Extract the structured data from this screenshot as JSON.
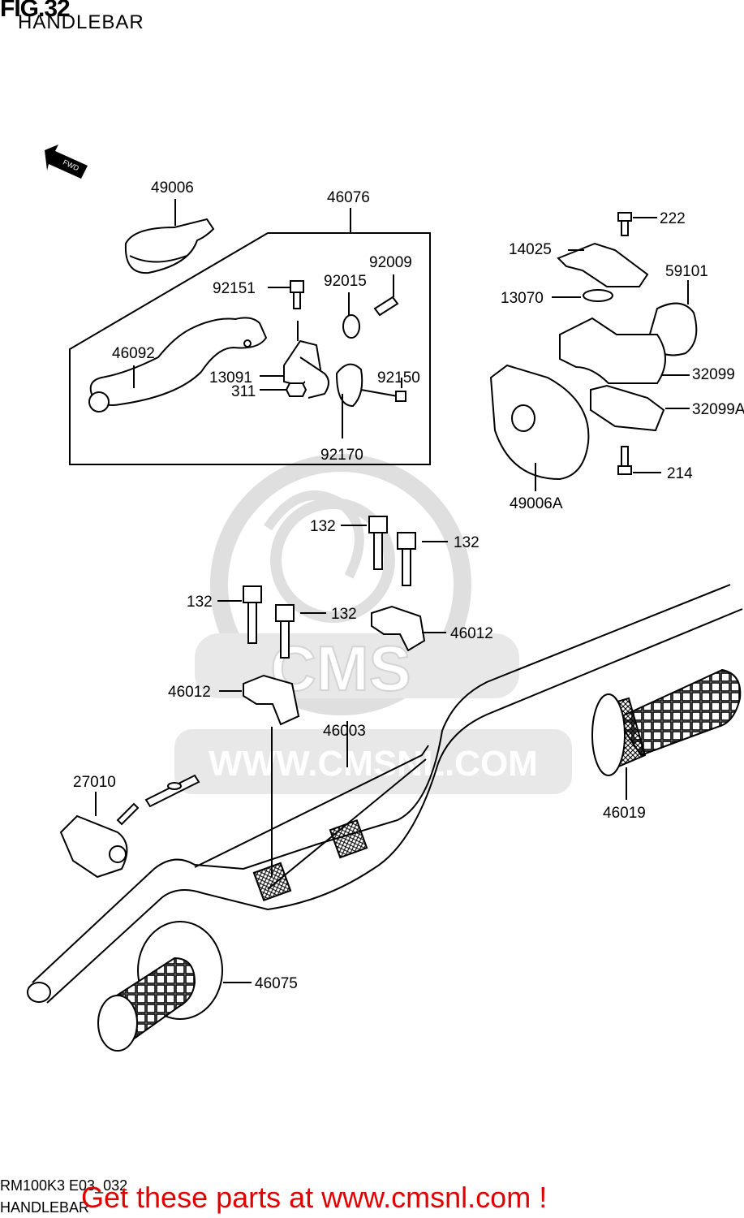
{
  "header": {
    "fig": "FIG.32",
    "title": "HANDLEBAR"
  },
  "watermark": {
    "brand": "CMS",
    "url": "WWW.CMSNL.COM"
  },
  "direction": "FWD",
  "parts": [
    {
      "id": "p49006",
      "label": "49006"
    },
    {
      "id": "p46076",
      "label": "46076"
    },
    {
      "id": "p222",
      "label": "222"
    },
    {
      "id": "p14025",
      "label": "14025"
    },
    {
      "id": "p59101",
      "label": "59101"
    },
    {
      "id": "p92009",
      "label": "92009"
    },
    {
      "id": "p92015",
      "label": "92015"
    },
    {
      "id": "p92151",
      "label": "92151"
    },
    {
      "id": "p13070",
      "label": "13070"
    },
    {
      "id": "p46092",
      "label": "46092"
    },
    {
      "id": "p13091",
      "label": "13091"
    },
    {
      "id": "p92150",
      "label": "92150"
    },
    {
      "id": "p32099",
      "label": "32099"
    },
    {
      "id": "p311",
      "label": "311"
    },
    {
      "id": "p32099A",
      "label": "32099A"
    },
    {
      "id": "p92170",
      "label": "92170"
    },
    {
      "id": "p214",
      "label": "214"
    },
    {
      "id": "p49006A",
      "label": "49006A"
    },
    {
      "id": "p132a",
      "label": "132"
    },
    {
      "id": "p132b",
      "label": "132"
    },
    {
      "id": "p132c",
      "label": "132"
    },
    {
      "id": "p132d",
      "label": "132"
    },
    {
      "id": "p46012a",
      "label": "46012"
    },
    {
      "id": "p46012b",
      "label": "46012"
    },
    {
      "id": "p46003",
      "label": "46003"
    },
    {
      "id": "p27010",
      "label": "27010"
    },
    {
      "id": "p46019",
      "label": "46019"
    },
    {
      "id": "p46075",
      "label": "46075"
    }
  ],
  "footer": {
    "code": "RM100K3 E03_032",
    "title": "HANDLEBAR",
    "promo": "Get these parts at www.cmsnl.com !"
  },
  "colors": {
    "promo": "#e00000",
    "line": "#000000",
    "watermark": "#d9d9d9"
  }
}
